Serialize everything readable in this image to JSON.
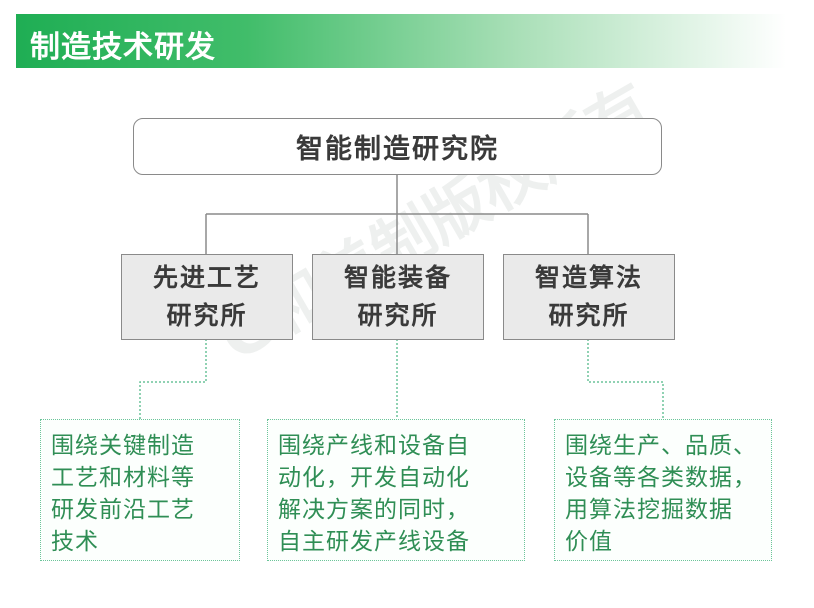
{
  "header": {
    "title": "制造技术研发"
  },
  "watermark": "G和美制版权所有",
  "root": {
    "label": "智能制造研究院"
  },
  "institutes": [
    {
      "name_line1": "先进工艺",
      "name_line2": "研究所",
      "description": [
        "围绕关键制造",
        "工艺和材料等",
        "研发前沿工艺",
        "技术"
      ]
    },
    {
      "name_line1": "智能装备",
      "name_line2": "研究所",
      "description": [
        "围绕产线和设备自",
        "动化，开发自动化",
        "解决方案的同时，",
        "自主研发产线设备"
      ]
    },
    {
      "name_line1": "智造算法",
      "name_line2": "研究所",
      "description": [
        "围绕生产、品质、",
        "设备等各类数据，",
        "用算法挖掘数据",
        "价值"
      ]
    }
  ],
  "colors": {
    "banner_green": "#1fae54",
    "desc_text": "#2f8e55",
    "desc_border": "#6cc49a",
    "box_fill": "#eaeaea",
    "line": "#8a8a8a"
  }
}
